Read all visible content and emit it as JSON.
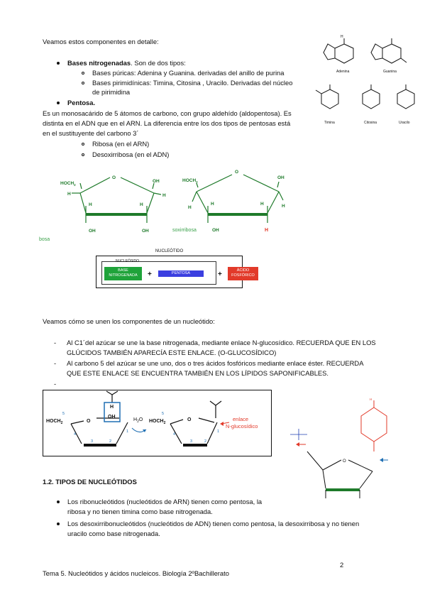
{
  "intro": "Veamos estos componentes en detalle:",
  "bases": {
    "title": "Bases nitrogenadas",
    "title_rest": ". Son de dos tipos:",
    "sub1": "Bases púricas: Adenina y Guanina. derivadas del anillo de purina",
    "sub2a": "Bases pirimidínicas: Timina, Citosina , Uracilo. Derivadas del núcleo",
    "sub2b": "de pirimidina"
  },
  "pentosa": {
    "title": "Pentosa.",
    "p1": "Es un monosacárido de 5 átomos de carbono, con grupo aldehído (aldopentosa). Es",
    "p2": "distinta en el ADN que en el ARN. La diferencia entre los dos tipos de pentosas está",
    "p3": "en el sustituyente del carbono 3´",
    "opt1": "Ribosa (en el ARN)",
    "opt2": "Desoxirribosa (en el ADN)"
  },
  "structures": {
    "adenina": "Adenina",
    "guanina": "Guanina",
    "timina": "Timina",
    "citosina": "Citosina",
    "uracilo": "Uracilo"
  },
  "sugar": {
    "hoch2": "HOCH",
    "sub2": "2",
    "o": "O",
    "oh": "OH",
    "h": "H",
    "label_left": "bosa",
    "label_right": "soxirribosa"
  },
  "nucleotido": {
    "title": "NUCLEÓTIDO",
    "nucleosido": "NUCLEÓSIDO",
    "base1": "BASE",
    "base2": "NITROGENADA",
    "pentosa": "PENTOSA",
    "acido1": "ÁCIDO",
    "acido2": "FOSFÓRICO",
    "plus": "+"
  },
  "union": {
    "intro": "Veamos cómo se unen los componentes de un nucleótido:",
    "dash": "-",
    "l1a": "Al C1´del azúcar se une la base nitrogenada, mediante enlace N-glucosídico. RECUERDA QUE EN LOS",
    "l1b": "GLÚCIDOS TAMBIÉN APARECÍA ESTE ENLACE. (O-GLUCOSÍDICO)",
    "l2a": "Al carbono 5 del azúcar se une uno, dos o tres ácidos fosfóricos mediante enlace éster. RECUERDA",
    "l2b": "QUE ESTE ENLACE SE ENCUENTRA TAMBIÉN EN LOS LÍPIDOS SAPONIFICABLES."
  },
  "reaction": {
    "hoch2": "HOCH",
    "sub2": "2",
    "o": "O",
    "h": "H",
    "oh": "OH",
    "h2o": "H",
    "h2o_sub": "2",
    "h2o_o": "O",
    "n5": "5",
    "n4": "4",
    "n3": "3",
    "n2": "2",
    "n1": "1",
    "enlace1": "enlace",
    "enlace2": "N-glucosídico"
  },
  "tipos": {
    "heading": "1.2. TIPOS DE NUCLEÓTIDOS",
    "r1a": "Los ribonucleótidos (nucleótidos de ARN) tienen como pentosa, la",
    "r1b": "ribosa y no tienen timina como base nitrogenada.",
    "r2a": "Los desoxirribonucleótidos (nucleótidos de ADN) tienen como pentosa, la desoxirribosa y no tienen",
    "r2b": "uracilo como base nitrogenada."
  },
  "footer": {
    "page": "2",
    "text": "Tema 5. Nucleótidos y ácidos nucleicos. Biología 2ºBachillerato"
  },
  "colors": {
    "green": "#1fa33a",
    "blue": "#3b3fe0",
    "red": "#e23a2a",
    "sugar_green": "#1e7a2a",
    "highlight": "#1f6fb3"
  }
}
